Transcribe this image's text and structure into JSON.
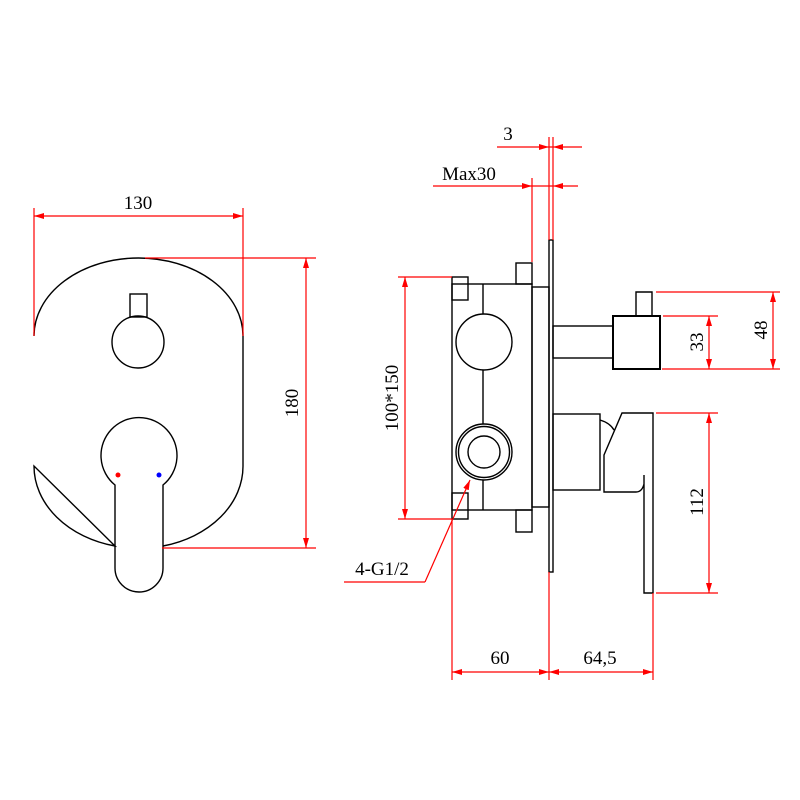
{
  "drawing": {
    "front_view": {
      "width_dim": "130",
      "height_dim": "180",
      "hot_color": "#ff0000",
      "cold_color": "#0000ff"
    },
    "side_view": {
      "plate_thickness_dim": "3",
      "max_depth_dim": "Max30",
      "box_dim": "100*150",
      "connection_label": "4-G1/2",
      "diverter_height_dim": "48",
      "diverter_block_dim": "33",
      "lever_height_dim": "112",
      "box_depth_dim": "60",
      "projection_dim": "64,5"
    },
    "line_color": "#000000",
    "dimension_color": "#ff0000"
  }
}
